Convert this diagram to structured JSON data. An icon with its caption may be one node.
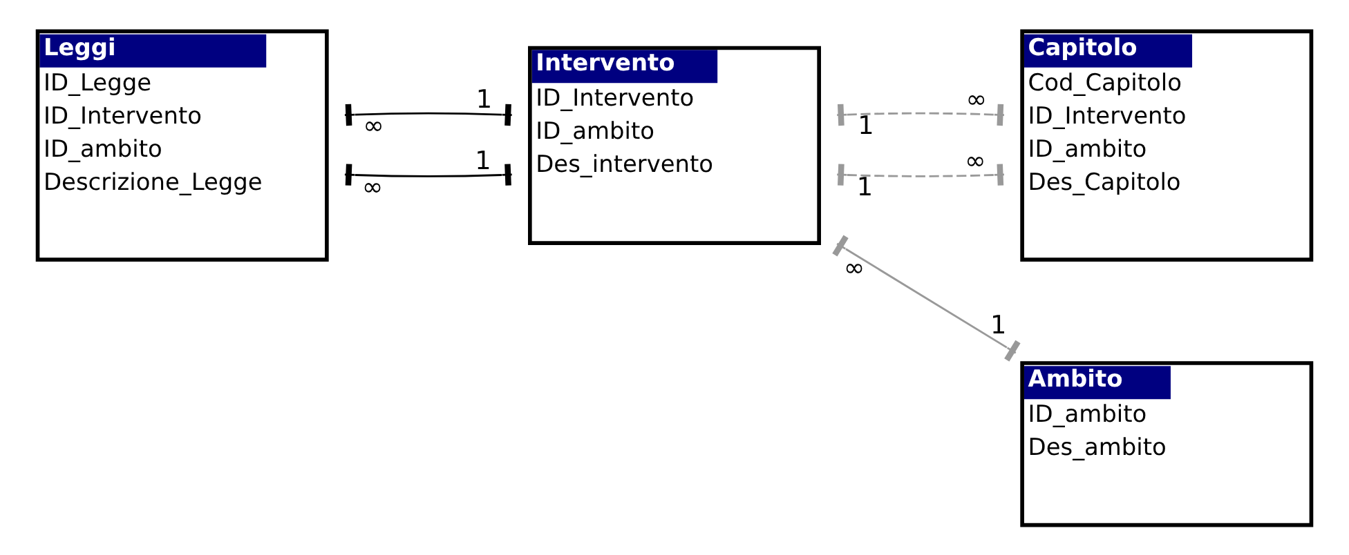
{
  "diagram": {
    "nodes": [
      {
        "text": [
          "Leggi",
          "ID_Legge",
          "ID_Intervento",
          "ID_ambito",
          "Descrizione_Legge"
        ]
      },
      {
        "text": [
          "Intervento",
          "ID_Intervento",
          "ID_ambito",
          "Des_intervento"
        ]
      },
      {
        "text": [
          "Capitolo",
          "Cod_Capitolo",
          "ID_Intervento",
          "ID_ambito",
          "Des_Capitolo"
        ]
      },
      {
        "text": [
          "Ambito",
          "ID_ambito",
          "Des_ambito"
        ]
      }
    ],
    "edges": [
      {
        "from": 0,
        "to": 1,
        "arrow": "other",
        "color": "#000000"
      },
      {
        "from": 0,
        "to": 1,
        "arrow": "other",
        "color": "#000000"
      },
      {
        "from": 1,
        "to": 2,
        "arrow": "other",
        "style": "dashed",
        "color": "#999999"
      },
      {
        "from": 1,
        "to": 2,
        "arrow": "other",
        "style": "dashed",
        "color": "#999999"
      },
      {
        "from": 1,
        "to": 3,
        "arrow": "other",
        "color": "#999999"
      }
    ],
    "labels": [
      "∞",
      "1",
      "∞",
      "1",
      "1",
      "∞",
      "1",
      "∞",
      "∞",
      "1"
    ]
  }
}
